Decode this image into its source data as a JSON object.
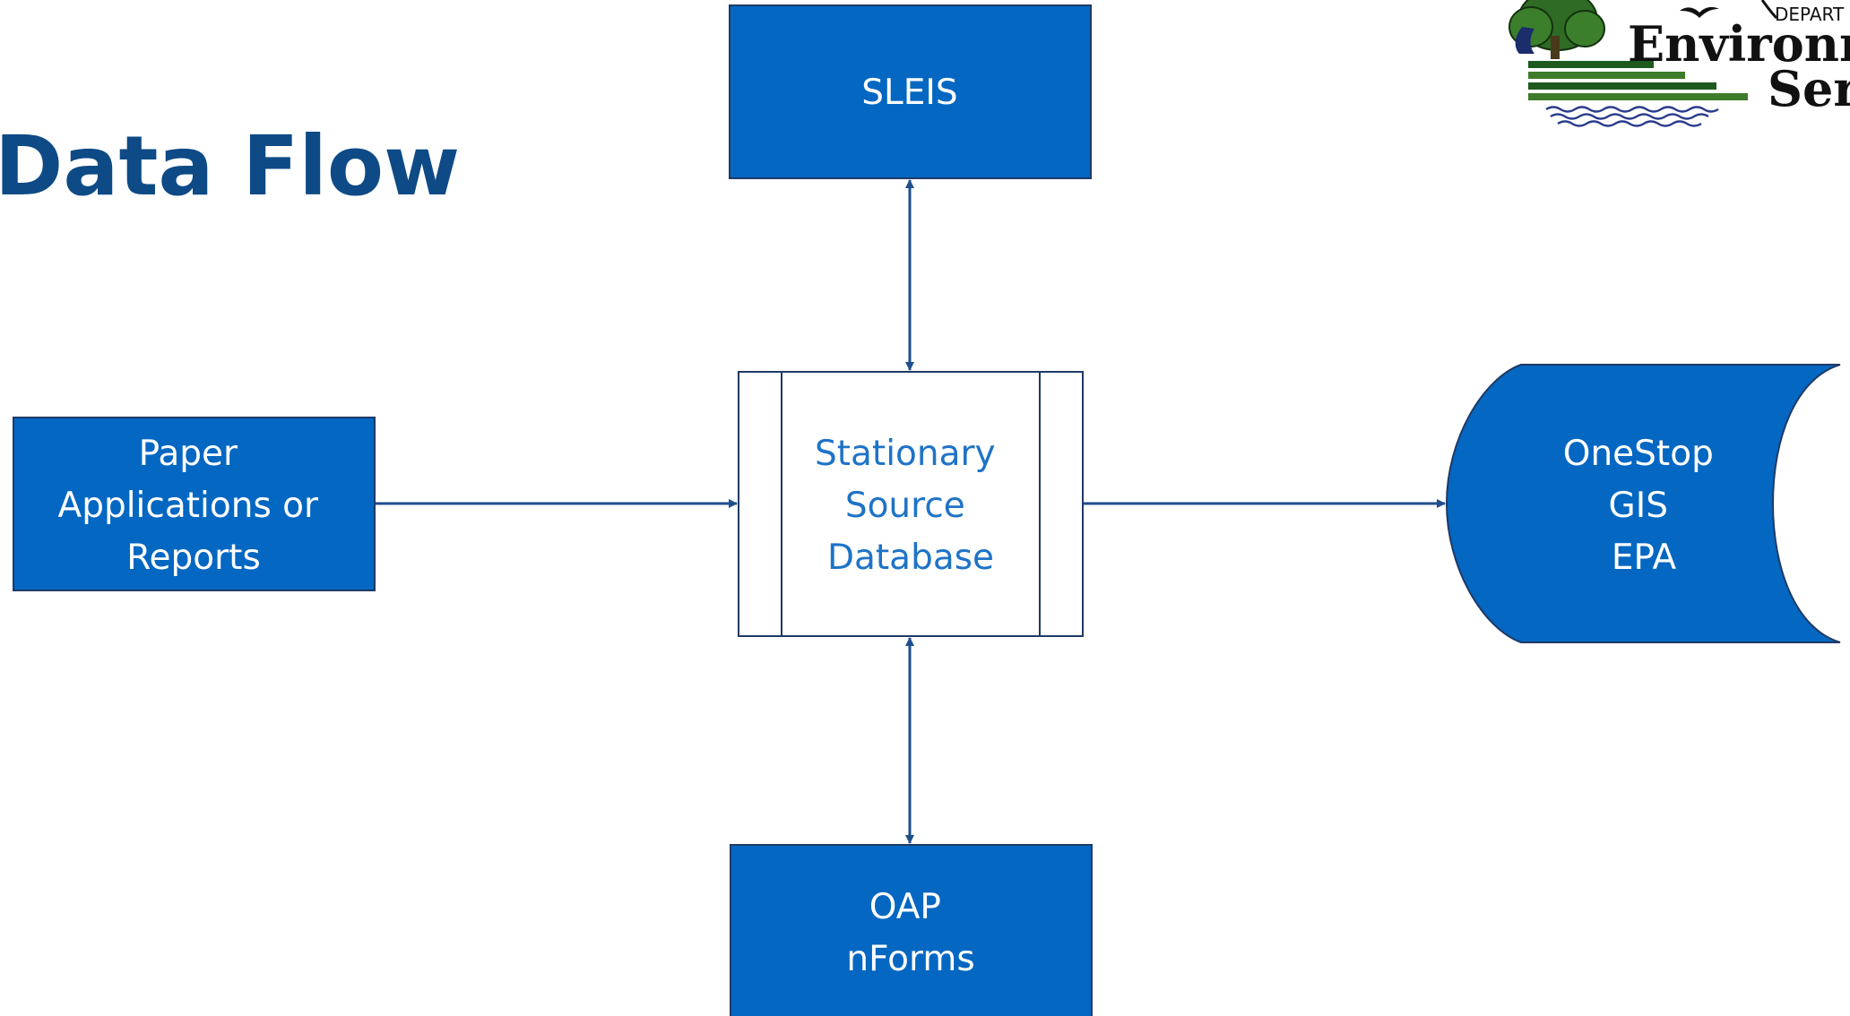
{
  "title": "Data Flow",
  "nodes": {
    "sleis": {
      "lines": [
        "SLEIS"
      ]
    },
    "paper": {
      "lines": [
        "Paper",
        "Applications or",
        "Reports"
      ]
    },
    "database": {
      "lines": [
        "Stationary",
        "Source",
        "Database"
      ]
    },
    "onestop": {
      "lines": [
        "OneStop",
        "GIS",
        "EPA"
      ]
    },
    "oap": {
      "lines": [
        "OAP",
        "nForms"
      ]
    }
  },
  "edges": [
    {
      "from": "paper",
      "to": "database",
      "direction": "one-way"
    },
    {
      "from": "database",
      "to": "onestop",
      "direction": "one-way"
    },
    {
      "from": "sleis",
      "to": "database",
      "direction": "two-way"
    },
    {
      "from": "oap",
      "to": "database",
      "direction": "two-way"
    }
  ],
  "logo": {
    "line1": "DEPART",
    "line2": "Environme",
    "line3": "Serv"
  },
  "colors": {
    "box_fill": "#0467C2",
    "box_stroke": "#1F3A66",
    "title": "#0E4A86",
    "arrow": "#1F4E8C",
    "database_text": "#1F73C6",
    "logo_green_dark": "#1E5A1E",
    "logo_green": "#3E7B2A",
    "logo_navy": "#1B2D6B"
  }
}
